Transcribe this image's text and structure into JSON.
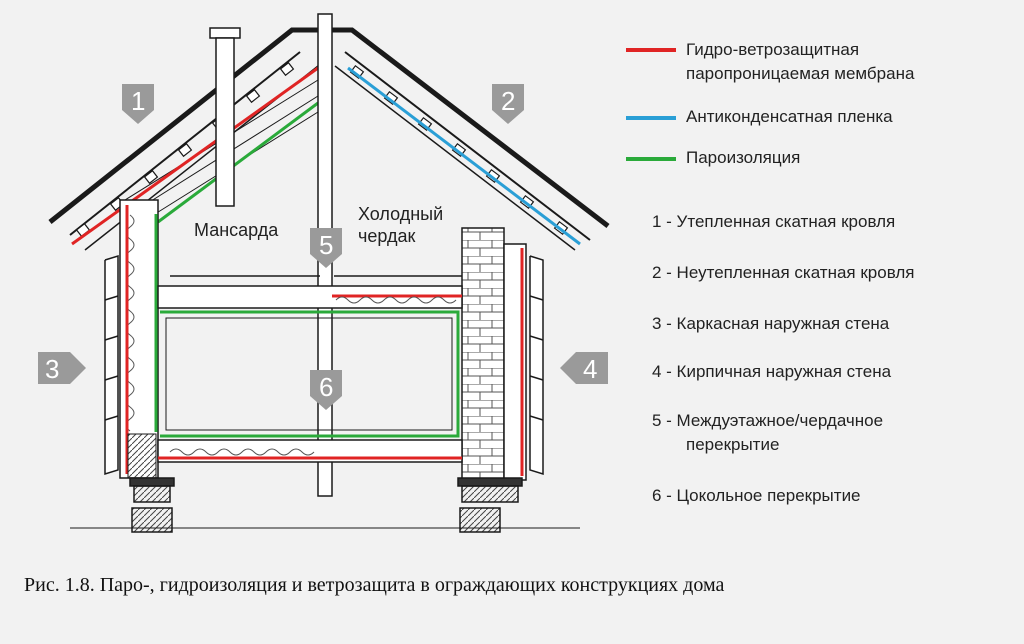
{
  "legend": [
    {
      "color": "#e02424",
      "text_line1": "Гидро-ветрозащитная",
      "text_line2": "паропроницаемая мембрана"
    },
    {
      "color": "#2a9fd6",
      "text_line1": "Антиконденсатная пленка"
    },
    {
      "color": "#2aaa3a",
      "text_line1": "Пароизоляция"
    }
  ],
  "key": [
    {
      "line1": "1 - Утепленная скатная кровля"
    },
    {
      "line1": "2 - Неутепленная скатная кровля"
    },
    {
      "line1": "3 - Каркасная наружная стена"
    },
    {
      "line1": "4 - Кирпичная наружная стена"
    },
    {
      "line1": "5 - Междуэтажное/чердачное",
      "line2": "перекрытие"
    },
    {
      "line1": "6 - Цокольное перекрытие"
    }
  ],
  "labels": {
    "attic_living": "Мансарда",
    "cold_attic_line1": "Холодный",
    "cold_attic_line2": "чердак"
  },
  "badges": [
    "1",
    "2",
    "3",
    "4",
    "5",
    "6"
  ],
  "caption": "Рис. 1.8. Паро-, гидроизоляция и ветрозащита в ограждающих конструкциях дома",
  "colors": {
    "membrane": "#e02424",
    "film": "#2a9fd6",
    "vapor_barrier": "#2aaa3a",
    "badge": "#9a9a9a",
    "outline": "#1a1a1a"
  }
}
